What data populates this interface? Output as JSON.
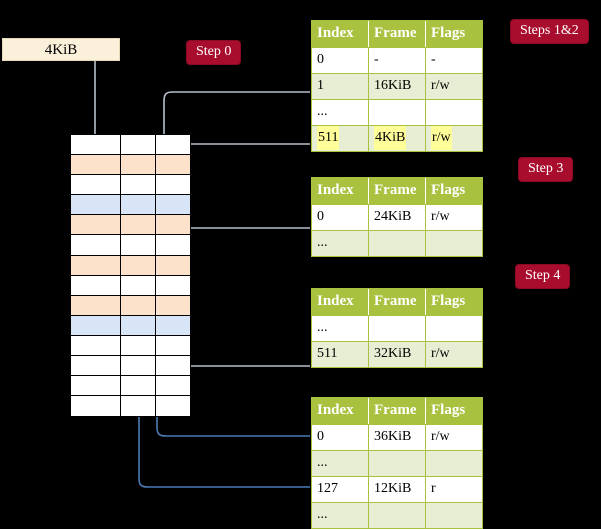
{
  "diagram": {
    "title_absent": true,
    "background": "#000000",
    "accent_badge_color": "#a90d2e",
    "table_header_color": "#a8c13f",
    "table_alt_row_color": "#e8eed3",
    "highlight_color": "#ffff99",
    "memory_used_color": "#fde2cb",
    "memory_target_color": "#d7e5f7",
    "va_box_color": "#fbf0d9"
  },
  "va_box": {
    "label": "4KiB"
  },
  "badges": [
    {
      "label": "Step 0"
    },
    {
      "label": "Steps 1&2"
    },
    {
      "label": "Step 3"
    },
    {
      "label": "Step 4"
    }
  ],
  "tables": [
    {
      "name": "pml4-table",
      "columns": [
        "Index",
        "Frame",
        "Flags"
      ],
      "rows": [
        {
          "index": "0",
          "frame": "-",
          "flags": "-",
          "style": "plain",
          "highlight": false
        },
        {
          "index": "1",
          "frame": "16KiB",
          "flags": "r/w",
          "style": "alt",
          "highlight": false
        },
        {
          "index": "...",
          "frame": "",
          "flags": "",
          "style": "plain",
          "highlight": false
        },
        {
          "index": "511",
          "frame": "4KiB",
          "flags": "r/w",
          "style": "alt",
          "highlight": true
        }
      ]
    },
    {
      "name": "pdpt-table",
      "columns": [
        "Index",
        "Frame",
        "Flags"
      ],
      "rows": [
        {
          "index": "0",
          "frame": "24KiB",
          "flags": "r/w",
          "style": "plain",
          "highlight": false
        },
        {
          "index": "...",
          "frame": "",
          "flags": "",
          "style": "alt",
          "highlight": false
        }
      ]
    },
    {
      "name": "pd-table",
      "columns": [
        "Index",
        "Frame",
        "Flags"
      ],
      "rows": [
        {
          "index": "...",
          "frame": "",
          "flags": "",
          "style": "plain",
          "highlight": false
        },
        {
          "index": "511",
          "frame": "32KiB",
          "flags": "r/w",
          "style": "alt",
          "highlight": false
        }
      ]
    },
    {
      "name": "pt-table",
      "columns": [
        "Index",
        "Frame",
        "Flags"
      ],
      "rows": [
        {
          "index": "0",
          "frame": "36KiB",
          "flags": "r/w",
          "style": "plain",
          "highlight": false
        },
        {
          "index": "...",
          "frame": "",
          "flags": "",
          "style": "alt",
          "highlight": false
        },
        {
          "index": "127",
          "frame": "12KiB",
          "flags": "r",
          "style": "plain",
          "highlight": false
        },
        {
          "index": "...",
          "frame": "",
          "flags": "",
          "style": "alt",
          "highlight": false
        }
      ]
    }
  ],
  "memory_column": {
    "name": "physical-memory-column",
    "rows": [
      {
        "fill": "white"
      },
      {
        "fill": "orange"
      },
      {
        "fill": "white"
      },
      {
        "fill": "blue"
      },
      {
        "fill": "orange"
      },
      {
        "fill": "white"
      },
      {
        "fill": "orange"
      },
      {
        "fill": "white"
      },
      {
        "fill": "orange"
      },
      {
        "fill": "blue"
      },
      {
        "fill": "white"
      },
      {
        "fill": "white"
      },
      {
        "fill": "white"
      },
      {
        "fill": "white"
      }
    ]
  }
}
